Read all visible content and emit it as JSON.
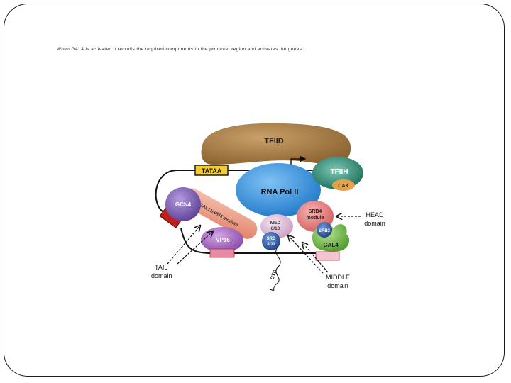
{
  "slide": {
    "caption": "When GAL4 is activated it recruits the required components to the promoter region and activates the genes."
  },
  "diagram": {
    "tfiid": "TFIID",
    "tataa": "TATAA",
    "tfiih": "TFIIH",
    "cak": "CAK",
    "rna_pol": "RNA Pol II",
    "gcn4": "GCN4",
    "gal11_module": "GAL11/SIN4 module",
    "vp16": "VP16",
    "med_line1": "MED",
    "med_line2": "6/10",
    "srb4_line1": "SRB4",
    "srb4_line2": "module",
    "srb_small": "SRB3",
    "srb_bottom_line1": "SRB",
    "srb_bottom_line2": "8/11",
    "gal4": "GAL4",
    "head_line1": "HEAD",
    "head_line2": "domain",
    "tail_line1": "TAIL",
    "tail_line2": "domain",
    "middle_line1": "MIDDLE",
    "middle_line2": "domain",
    "ctd": "CTD"
  },
  "colors": {
    "tfiid": "#a57a3d",
    "tataa": "#f3cc2e",
    "rna_pol": "#3d9be3",
    "tfiih": "#2f8f7a",
    "cak": "#e6a24a",
    "gcn4": "#7a5fb0",
    "gal11": "#f0a08a",
    "vp16": "#9a5fb8",
    "med": "#e2c4dc",
    "srb4": "#e98080",
    "srb_blue": "#2c5ea8",
    "gal4": "#7cc04e",
    "activator_site": "#c0201a",
    "pink_site": "#e78aa3"
  }
}
